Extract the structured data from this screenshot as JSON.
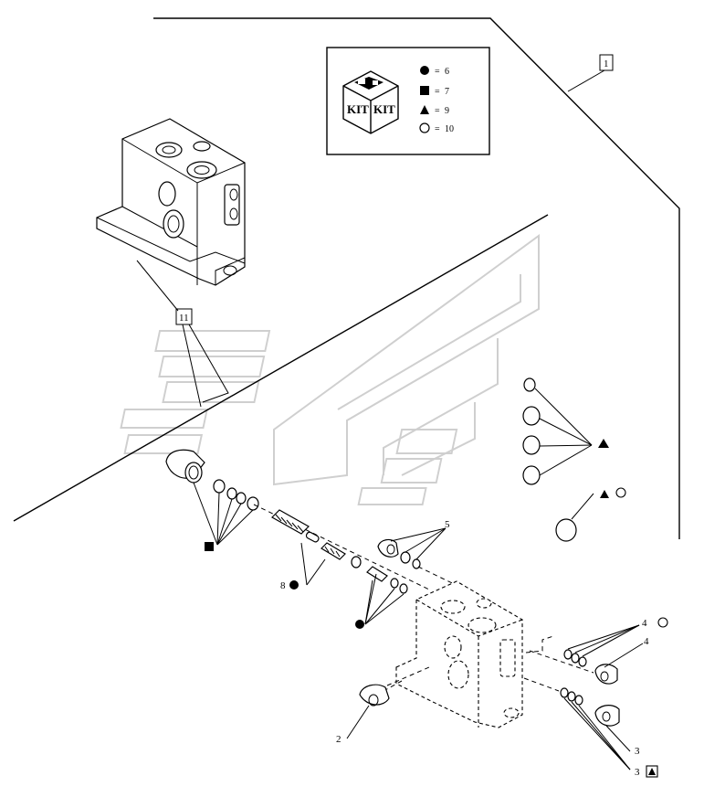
{
  "kit_legend": {
    "kit_word_left": "KIT",
    "kit_word_right": "KIT",
    "entries": [
      {
        "symbol": "filled-circle",
        "eq": "=",
        "number": "6"
      },
      {
        "symbol": "filled-square",
        "eq": "=",
        "number": "7"
      },
      {
        "symbol": "filled-triangle",
        "eq": "=",
        "number": "9"
      },
      {
        "symbol": "open-circle",
        "eq": "=",
        "number": "10"
      }
    ]
  },
  "callouts": {
    "top_right_box": "1",
    "assembly_box": "11",
    "item_5": "5",
    "item_8": "8",
    "item_4a": "4",
    "item_4b": "4",
    "item_2": "2",
    "item_3a": "3",
    "item_3b": "3"
  },
  "colors": {
    "line": "#000000",
    "watermark": "#cfcfcf",
    "background": "#ffffff"
  }
}
